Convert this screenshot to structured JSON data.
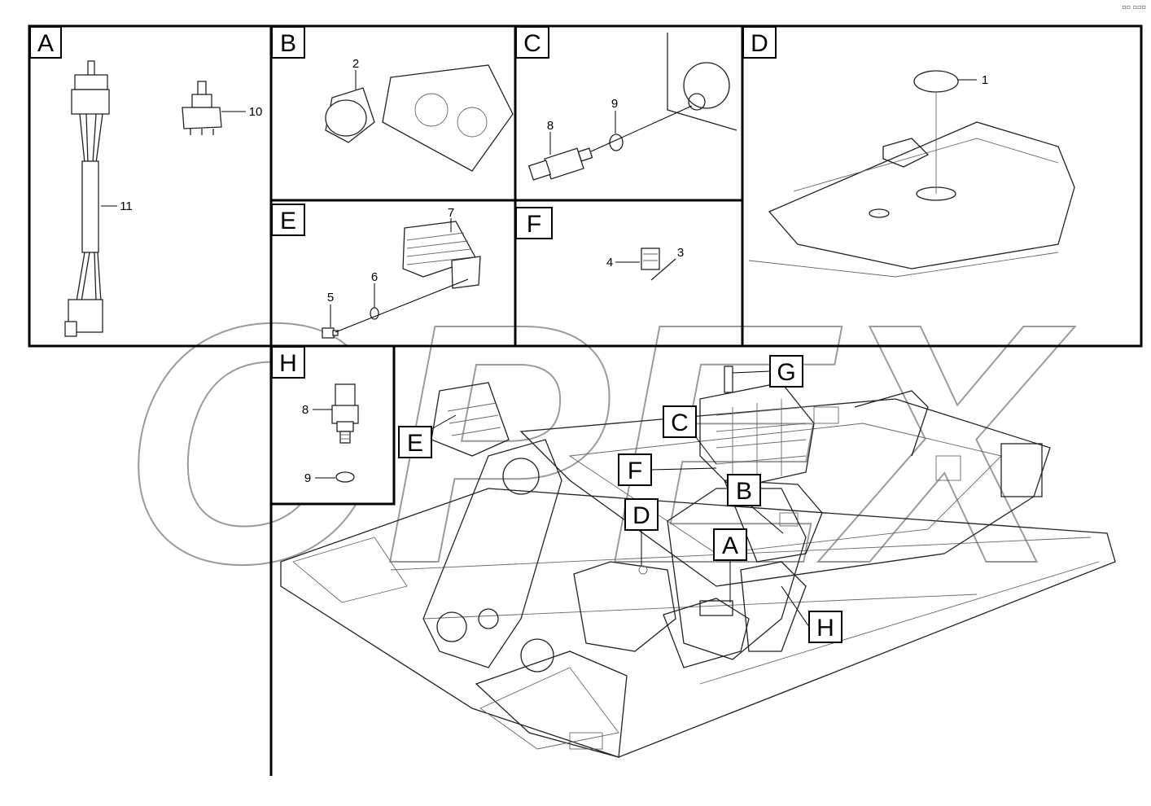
{
  "corner_mark": "▫▫ ▫▫▫",
  "watermark": "OPEX",
  "panels": {
    "A": {
      "label": "A",
      "callouts": [
        "11",
        "10"
      ]
    },
    "B": {
      "label": "B",
      "callouts": [
        "2"
      ]
    },
    "C": {
      "label": "C",
      "callouts": [
        "8",
        "9"
      ]
    },
    "D": {
      "label": "D",
      "callouts": [
        "1"
      ]
    },
    "E": {
      "label": "E",
      "callouts": [
        "7",
        "6",
        "5"
      ]
    },
    "F": {
      "label": "F",
      "callouts": [
        "4",
        "3"
      ]
    },
    "H": {
      "label": "H",
      "callouts": [
        "8",
        "9"
      ]
    }
  },
  "overview_labels": [
    "G",
    "C",
    "E",
    "F",
    "B",
    "D",
    "A",
    "H"
  ]
}
